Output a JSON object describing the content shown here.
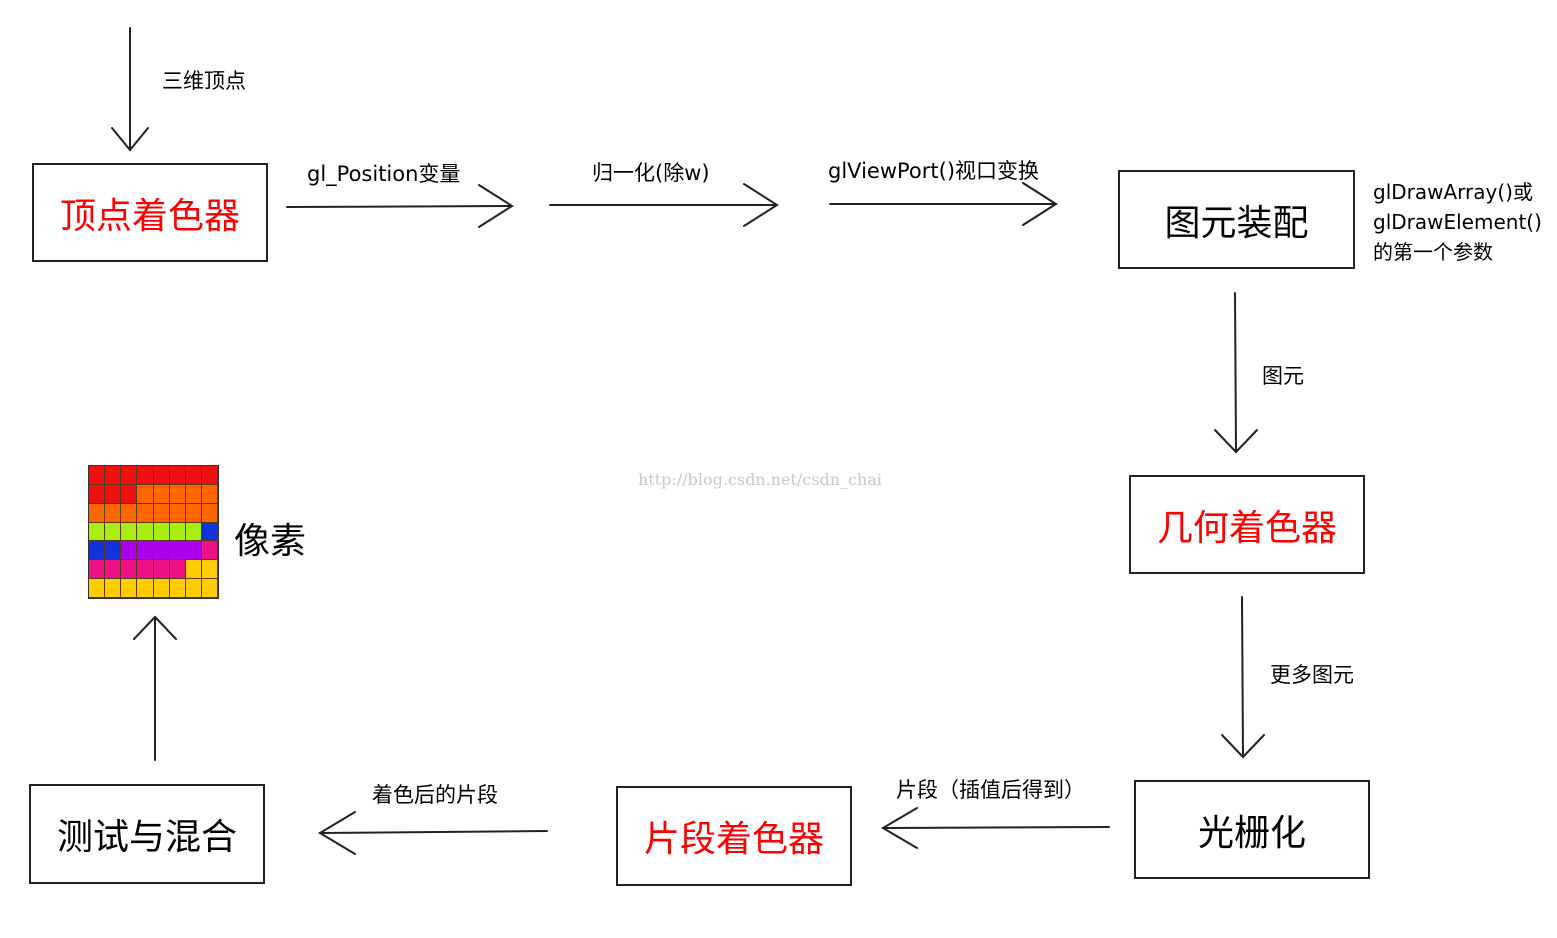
{
  "nodes": {
    "vertex_shader": {
      "label": "顶点着色器",
      "color": "#ff0000"
    },
    "primitive_assembly": {
      "label": "图元装配",
      "color": "#000000"
    },
    "geometry_shader": {
      "label": "几何着色器",
      "color": "#ff0000"
    },
    "rasterization": {
      "label": "光栅化",
      "color": "#000000"
    },
    "fragment_shader": {
      "label": "片段着色器",
      "color": "#ff0000"
    },
    "test_blend": {
      "label": "测试与混合",
      "color": "#000000"
    },
    "pixels": {
      "label": "像素"
    }
  },
  "edges": {
    "input": "三维顶点",
    "gl_position": "gl_Position变量",
    "normalize": "归一化(除w)",
    "viewport": "glViewPort()视口变换",
    "primitive": "图元",
    "more_primitives": "更多图元",
    "fragments": "片段（插值后得到）",
    "shaded_fragments": "着色后的片段"
  },
  "note": {
    "line1": "glDrawArray()或",
    "line2": "glDrawElement()",
    "line3": "的第一个参数"
  },
  "watermark": "http://blog.csdn.net/csdn_chai",
  "pixel_grid": {
    "rows": [
      [
        "#ee1111",
        "#ee1111",
        "#ee1111",
        "#ee1111",
        "#ee1111",
        "#ee1111",
        "#ee1111",
        "#ee1111"
      ],
      [
        "#ee1111",
        "#ee1111",
        "#ee1111",
        "#ff6600",
        "#ff6600",
        "#ff6600",
        "#ff6600",
        "#ff6600"
      ],
      [
        "#ff6600",
        "#ff6600",
        "#ff6600",
        "#ff6600",
        "#ff6600",
        "#ff6600",
        "#ff6600",
        "#ff6600"
      ],
      [
        "#aaee11",
        "#aaee11",
        "#aaee11",
        "#aaee11",
        "#aaee11",
        "#aaee11",
        "#aaee11",
        "#1133dd"
      ],
      [
        "#1133dd",
        "#1133dd",
        "#aa00ee",
        "#aa00ee",
        "#aa00ee",
        "#aa00ee",
        "#aa00ee",
        "#ee1188"
      ],
      [
        "#ee1188",
        "#ee1188",
        "#ee1188",
        "#ee1188",
        "#ee1188",
        "#ee1188",
        "#ffcc00",
        "#ffcc00"
      ],
      [
        "#ffcc00",
        "#ffcc00",
        "#ffcc00",
        "#ffcc00",
        "#ffcc00",
        "#ffcc00",
        "#ffcc00",
        "#ffcc00"
      ]
    ]
  }
}
